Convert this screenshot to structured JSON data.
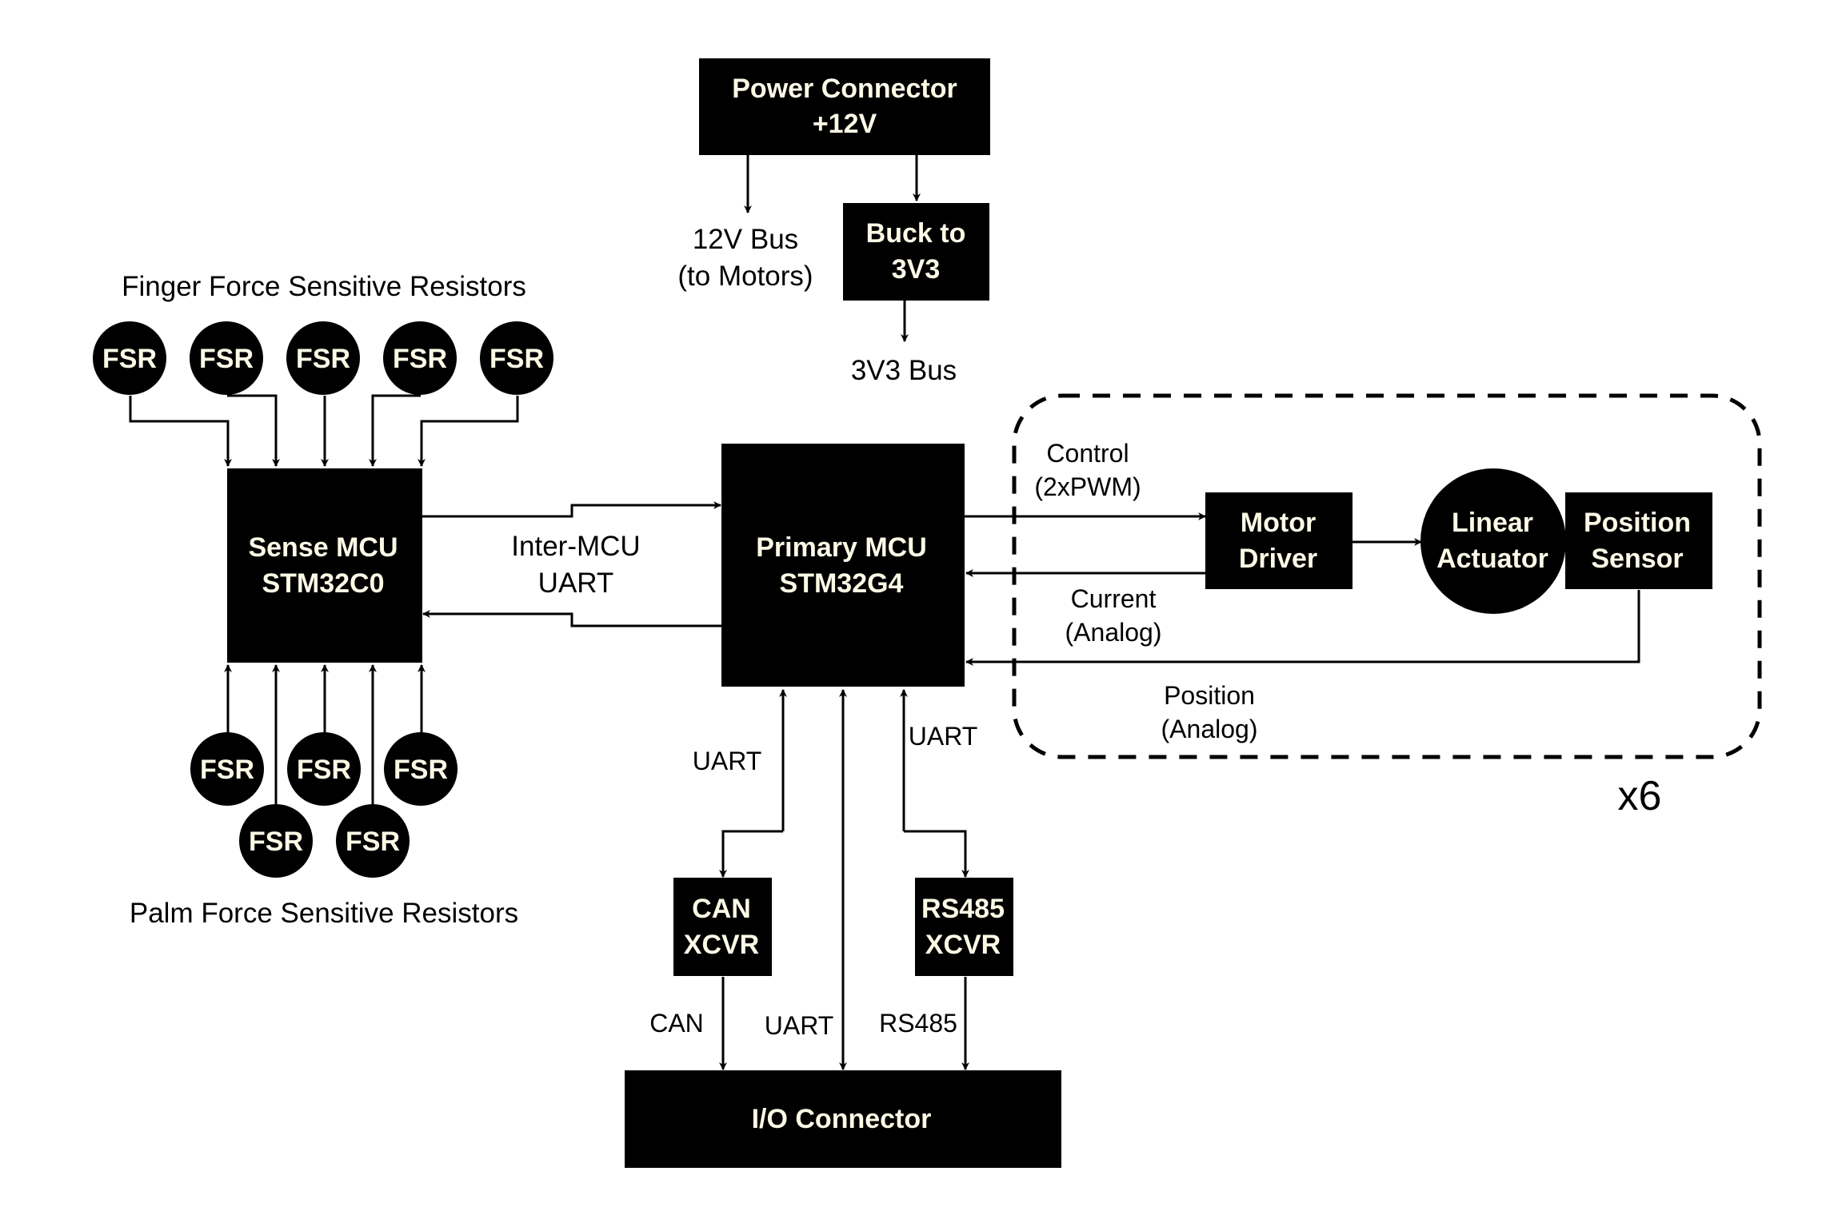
{
  "colors": {
    "block_fill": "#000000",
    "block_text": "#fcfae6",
    "wire": "#000000",
    "background": "#ffffff"
  },
  "blocks": {
    "power_connector": [
      "Power Connector",
      "+12V"
    ],
    "buck": [
      "Buck to",
      "3V3"
    ],
    "sense_mcu": [
      "Sense MCU",
      "STM32C0"
    ],
    "primary_mcu": [
      "Primary MCU",
      "STM32G4"
    ],
    "motor_driver": [
      "Motor",
      "Driver"
    ],
    "linear_actuator": [
      "Linear",
      "Actuator"
    ],
    "position_sensor": [
      "Position",
      "Sensor"
    ],
    "can_xcvr": [
      "CAN",
      "XCVR"
    ],
    "rs485_xcvr": [
      "RS485",
      "XCVR"
    ],
    "io_connector": "I/O Connector"
  },
  "fsr_label": "FSR",
  "labels": {
    "bus_12v": [
      "12V Bus",
      "(to Motors)"
    ],
    "bus_3v3": "3V3 Bus",
    "finger_fsr_group": "Finger Force Sensitive Resistors",
    "palm_fsr_group": "Palm Force Sensitive Resistors",
    "inter_mcu_uart": [
      "Inter-MCU",
      "UART"
    ],
    "control": [
      "Control",
      "(2xPWM)"
    ],
    "current": [
      "Current",
      "(Analog)"
    ],
    "position": [
      "Position",
      "(Analog)"
    ],
    "uart_can_link": "UART",
    "uart_rs485_link": "UART",
    "can_bus": "CAN",
    "uart_bus": "UART",
    "rs485_bus": "RS485",
    "repeat_count": "x6"
  }
}
